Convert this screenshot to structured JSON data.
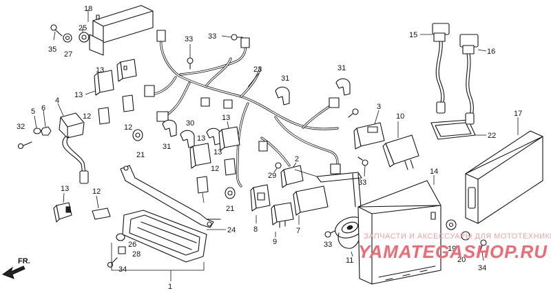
{
  "diagram": {
    "callouts": [
      "18",
      "25",
      "35",
      "27",
      "33",
      "33",
      "15",
      "16",
      "13",
      "13",
      "23",
      "31",
      "31",
      "4",
      "5",
      "6",
      "32",
      "12",
      "12",
      "21",
      "30",
      "31",
      "13",
      "13",
      "3",
      "10",
      "17",
      "22",
      "2",
      "29",
      "33",
      "12",
      "21",
      "13",
      "12",
      "8",
      "9",
      "7",
      "24",
      "26",
      "28",
      "34",
      "1",
      "14",
      "11",
      "33",
      "19",
      "20",
      "34",
      "13"
    ],
    "front_label": "FR.",
    "watermark_line1": "ЗАПЧАСТИ И АКСЕССУАРЫ ДЛЯ МОТОТЕХНИКИ",
    "watermark_line2": "YAMATEGASHOP.RU"
  }
}
